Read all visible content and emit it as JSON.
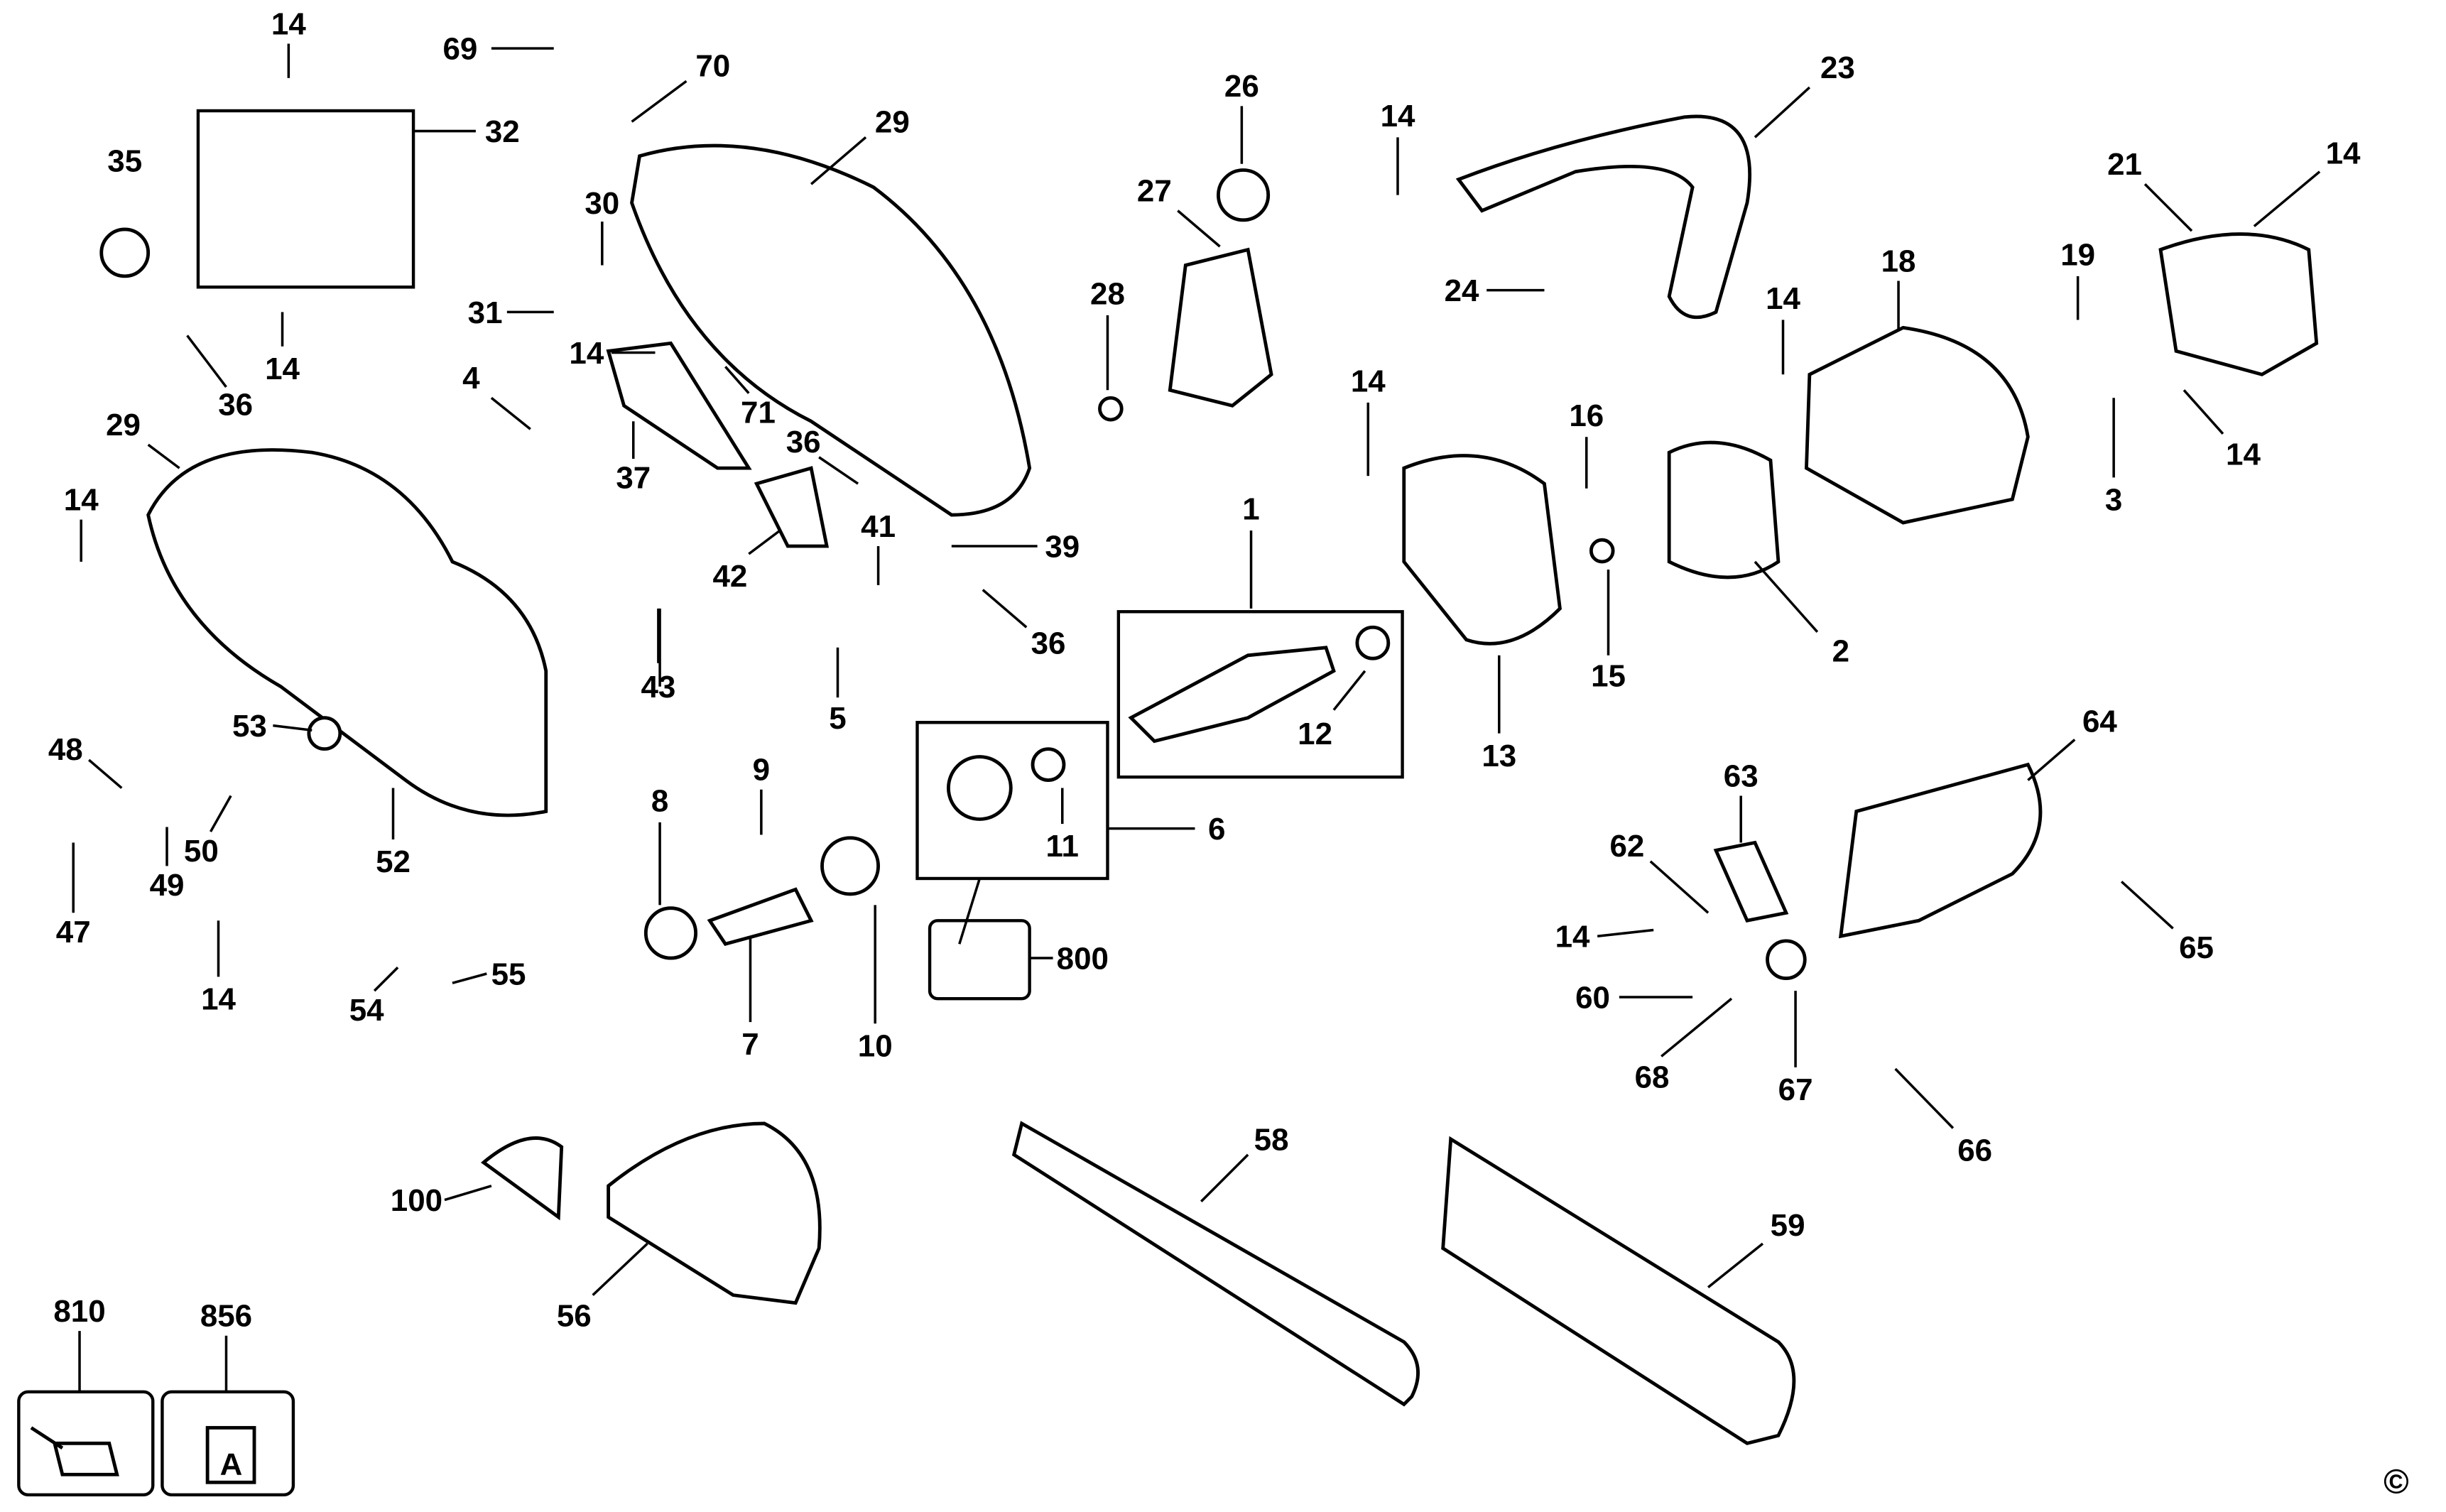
{
  "diagram": {
    "callouts": [
      "14",
      "69",
      "70",
      "32",
      "35",
      "29",
      "30",
      "31",
      "14",
      "36",
      "14",
      "4",
      "71",
      "37",
      "29",
      "14",
      "36",
      "42",
      "41",
      "39",
      "43",
      "5",
      "36",
      "26",
      "27",
      "28",
      "23",
      "14",
      "24",
      "14",
      "18",
      "21",
      "14",
      "19",
      "14",
      "3",
      "14",
      "16",
      "1",
      "12",
      "13",
      "15",
      "2",
      "53",
      "48",
      "50",
      "49",
      "47",
      "52",
      "14",
      "54",
      "55",
      "9",
      "8",
      "11",
      "6",
      "7",
      "10",
      "800",
      "63",
      "64",
      "62",
      "14",
      "65",
      "60",
      "68",
      "67",
      "66",
      "58",
      "59",
      "100",
      "56",
      "810",
      "856"
    ],
    "copyright_mark": "©",
    "kit_label_letter": "A"
  }
}
